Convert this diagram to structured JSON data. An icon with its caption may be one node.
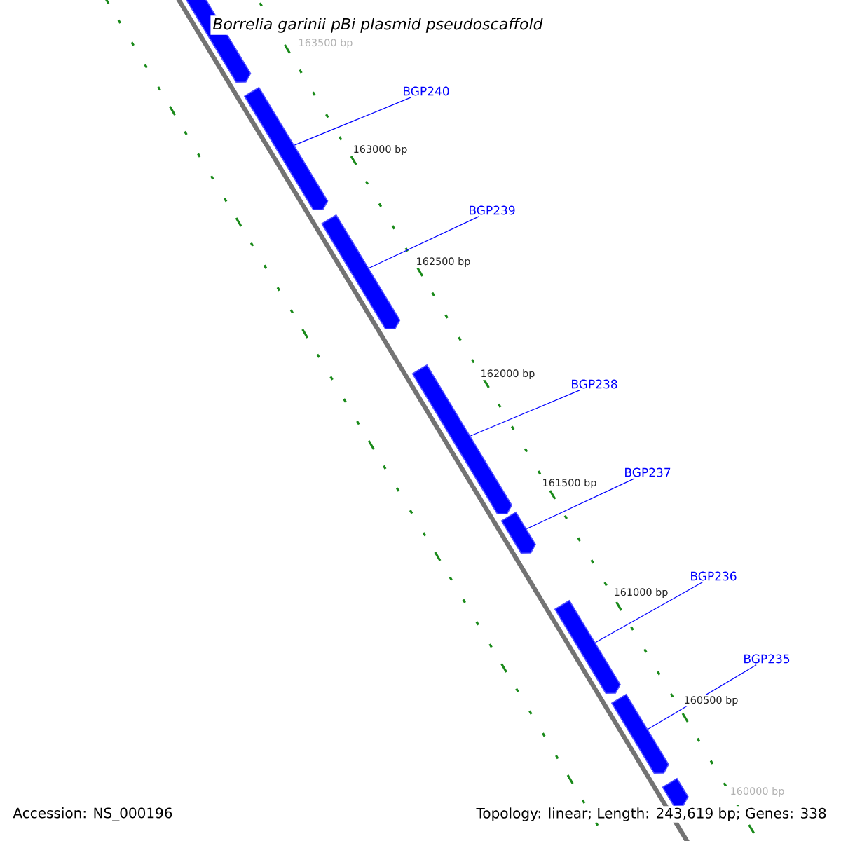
{
  "diagram": {
    "title": "Borrelia garinii pBi plasmid pseudoscaffold",
    "nodes": [
      {
        "text": [],
        "shape": "bar"
      },
      {
        "text": [],
        "shape": "bar"
      },
      {
        "text": [],
        "shape": "bar"
      },
      {
        "text": [],
        "shape": "bar"
      },
      {
        "text": [],
        "shape": "bar"
      },
      {
        "text": [],
        "shape": "bar"
      },
      {
        "text": [],
        "shape": "bar"
      },
      {
        "text": [],
        "shape": "bar"
      },
      {
        "text": [
          "BGP240"
        ]
      },
      {
        "text": [
          "BGP239"
        ]
      },
      {
        "text": [
          "BGP238"
        ]
      },
      {
        "text": [
          "BGP237"
        ]
      },
      {
        "text": [
          "BGP236"
        ]
      },
      {
        "text": [
          "BGP235"
        ]
      }
    ],
    "edges": [
      {
        "from": 8,
        "to": 1,
        "arrow": "none"
      },
      {
        "from": 9,
        "to": 2,
        "arrow": "none"
      },
      {
        "from": 10,
        "to": 3,
        "arrow": "none"
      },
      {
        "from": 11,
        "to": 4,
        "arrow": "none"
      },
      {
        "from": 12,
        "to": 5,
        "arrow": "none"
      },
      {
        "from": 13,
        "to": 6,
        "arrow": "none"
      }
    ],
    "labels": [
      "163500 bp",
      "163000 bp",
      "162500 bp",
      "162000 bp",
      "161500 bp",
      "161000 bp",
      "160500 bp",
      "160000 bp",
      "Accession: NS_000196",
      "Topology: linear; Length: 243,619 bp; Genes: 338"
    ]
  }
}
